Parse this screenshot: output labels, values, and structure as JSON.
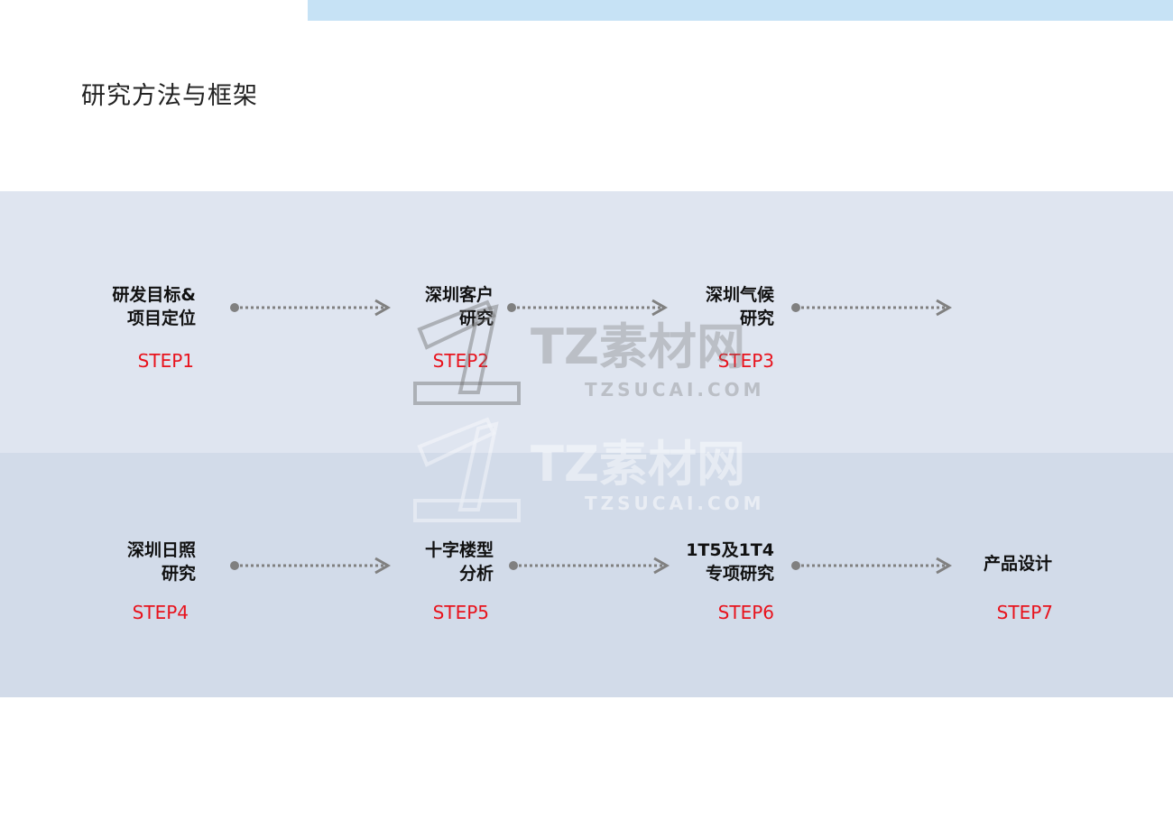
{
  "header": {
    "title": "研究方法与框架"
  },
  "steps": [
    {
      "label_line1": "研发目标&",
      "label_line2": "项目定位",
      "step": "STEP1"
    },
    {
      "label_line1": "深圳客户",
      "label_line2": "研究",
      "step": "STEP2"
    },
    {
      "label_line1": "深圳气候",
      "label_line2": "研究",
      "step": "STEP3"
    },
    {
      "label_line1": "深圳日照",
      "label_line2": "研究",
      "step": "STEP4"
    },
    {
      "label_line1": "十字楼型",
      "label_line2": "分析",
      "step": "STEP5"
    },
    {
      "label_line1": "1T5及1T4",
      "label_line2": "专项研究",
      "step": "STEP6"
    },
    {
      "label_line1": "产品设计",
      "label_line2": "",
      "step": "STEP7"
    }
  ],
  "watermark": {
    "brand": "TZ素材网",
    "domain": "TZSUCAI.COM"
  },
  "colors": {
    "step": "#e8121c",
    "arrow": "#808080",
    "band_top": "#dfe5f0",
    "band_bottom": "#d2dbe9",
    "strip": "#c6e2f5"
  }
}
